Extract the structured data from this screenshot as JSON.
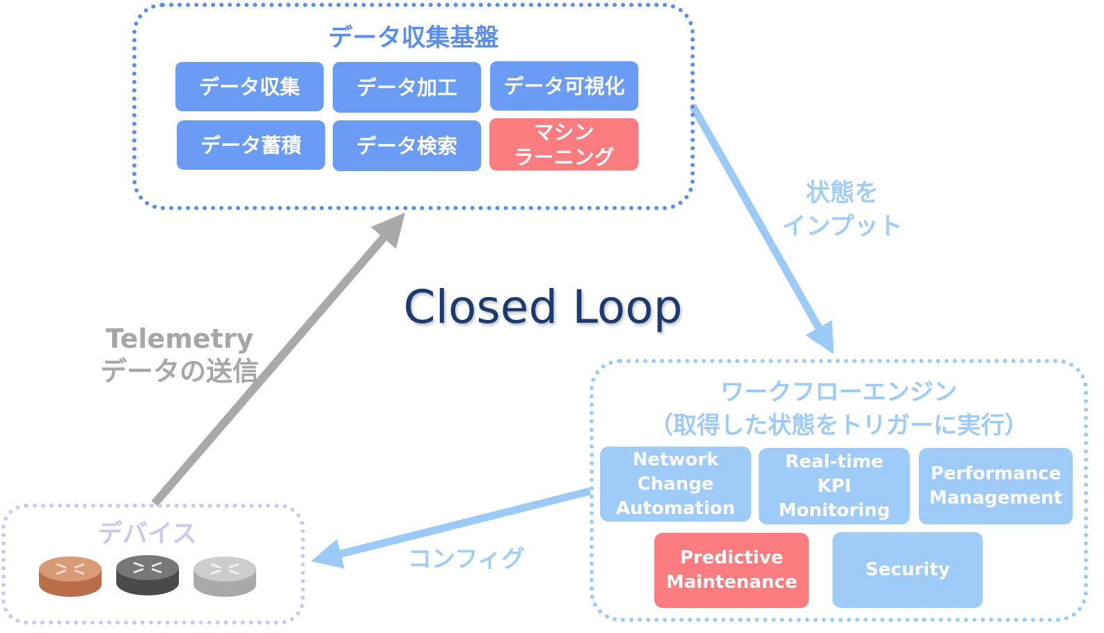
{
  "data_platform": {
    "title": "データ収集基盤",
    "modules": [
      {
        "label": "データ収集"
      },
      {
        "label": "データ加工"
      },
      {
        "label": "データ可視化"
      },
      {
        "label": "データ蓄積"
      },
      {
        "label": "データ検索"
      },
      {
        "label": "マシン\nラーニング"
      }
    ]
  },
  "workflow": {
    "title": "ワークフローエンジン",
    "subtitle": "（取得した状態をトリガーに実行）",
    "modules": [
      {
        "label": "Network\nChange\nAutomation"
      },
      {
        "label": "Real-time\nKPI\nMonitoring"
      },
      {
        "label": "Performance\nManagement"
      },
      {
        "label": "Predictive\nMaintenance"
      },
      {
        "label": "Security"
      }
    ]
  },
  "devices": {
    "title": "デバイス",
    "routers": [
      {
        "icon": "router-icon",
        "color": "#cf8a66"
      },
      {
        "icon": "router-icon",
        "color": "#6e6e6e"
      },
      {
        "icon": "router-icon",
        "color": "#c4c4c4"
      }
    ]
  },
  "center_label": "Closed Loop",
  "edges": {
    "telemetry": "Telemetry\nデータの送信",
    "state_input": "状態を\nインプット",
    "config": "コンフィグ"
  },
  "colors": {
    "blue_box": "#6b9cf5",
    "light_box": "#9ecbf8",
    "red_box": "#fd7c80",
    "closed_loop_text": "#1b3a6e",
    "gray_arrow": "#a9a9a9",
    "light_arrow": "#9ccaf7"
  }
}
